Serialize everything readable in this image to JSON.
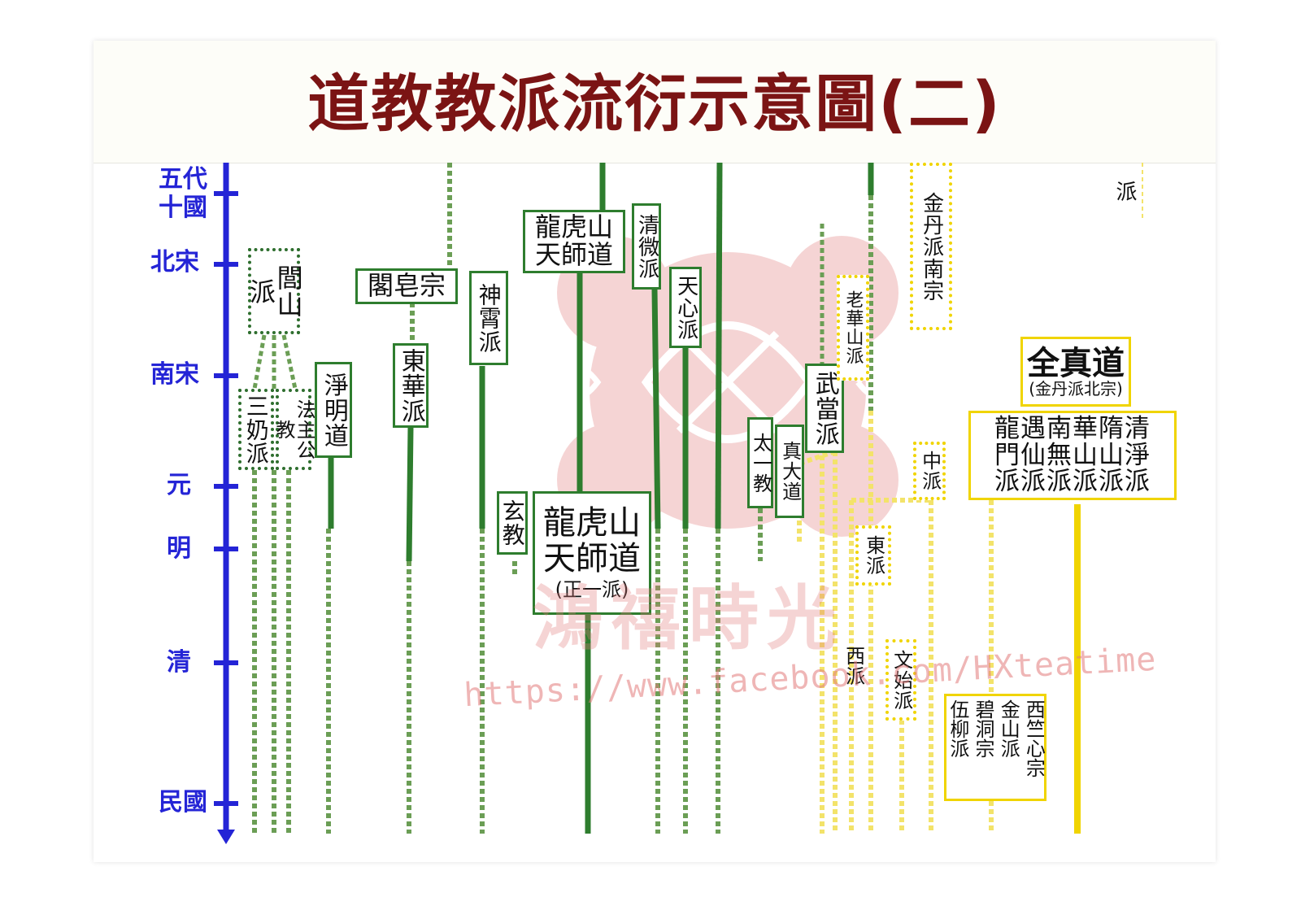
{
  "title": "道教教派流衍示意圖(二)",
  "eras": [
    {
      "id": "wudai",
      "label": "五代\n十國"
    },
    {
      "id": "beisong",
      "label": "北宋"
    },
    {
      "id": "nansong",
      "label": "南宋"
    },
    {
      "id": "yuan",
      "label": "元"
    },
    {
      "id": "ming",
      "label": "明"
    },
    {
      "id": "qing",
      "label": "清"
    },
    {
      "id": "minguo",
      "label": "民國"
    }
  ],
  "sects": {
    "lushan": "閭山派",
    "sannai": "三奶派",
    "fazhu": "法主公教",
    "jingming": "淨明道",
    "gezao": "閣皂宗",
    "donghua": "東華派",
    "shenxiao": "神霄派",
    "longhu_top": "龍虎山\n天師道",
    "qingwei": "清微派",
    "tianxin": "天心派",
    "xuanjiao": "玄教",
    "longhu_main": "龍虎山\n天師道",
    "zhengyi": "(正一派)",
    "taiyi": "太一教",
    "zhenda": "真大道",
    "wudang": "武當派",
    "laohuashan": "老華山派",
    "jindan_nan": "金丹派南宗",
    "pai_edge": "派",
    "quanzhen": "全真道",
    "quanzhen_sub": "(金丹派北宗)",
    "quanzhen_branches": "龍遇南華隋清\n門仙無山山淨\n派派派派派派",
    "zhongpai": "中派",
    "dongpai": "東派",
    "xipai": "西派",
    "wenshi": "文始派",
    "later_schools": [
      "西竺心宗",
      "金山派",
      "碧洞宗",
      "伍柳派"
    ]
  },
  "watermark": {
    "text_cjk": "鴻禧時光",
    "url": "https://www.facebook.com/HXteatime"
  },
  "colors": {
    "title": "#7b1414",
    "axis": "#2424d6",
    "green_dark": "#2e7d2e",
    "green_dotted": "#6b9e55",
    "yellow": "#f0d400",
    "yellow_dotted": "#f3e36a",
    "watermark": "#e27c7c"
  }
}
